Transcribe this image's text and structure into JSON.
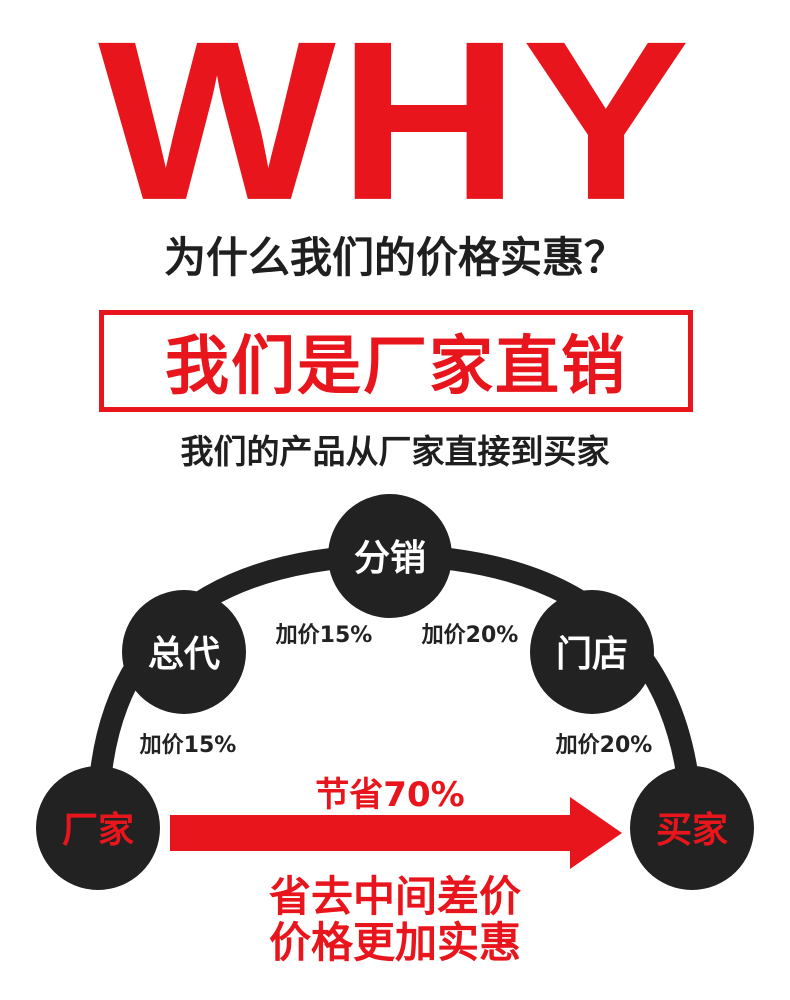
{
  "header": {
    "title": "WHY",
    "question": "为什么我们的价格实惠？"
  },
  "banner": {
    "label": "我们是厂家直销"
  },
  "subtitle": "我们的产品从厂家直接到买家",
  "diagram": {
    "nodes": {
      "factory": "厂家",
      "agent": "总代",
      "distributor": "分销",
      "store": "门店",
      "buyer": "买家"
    },
    "markups": {
      "factory_to_agent": "加价15%",
      "agent_to_distributor": "加价15%",
      "distributor_to_store": "加价20%",
      "store_to_buyer": "加价20%"
    },
    "savings": "节省70%"
  },
  "footer": {
    "line1": "省去中间差价",
    "line2": "价格更加实惠"
  },
  "colors": {
    "accent": "#e8161c",
    "dark": "#222222"
  }
}
